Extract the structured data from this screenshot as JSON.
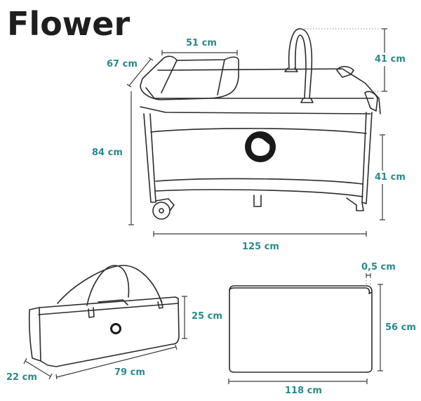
{
  "title": "Flower",
  "colors": {
    "title": "#1e1e1e",
    "dimension_text": "#2a8a8c",
    "line_art": "#2b2b2b",
    "logo": "#1a1a1a"
  },
  "crib": {
    "changing_table_width": "51 cm",
    "changing_table_depth": "67 cm",
    "arch_height": "41 cm",
    "total_height": "84 cm",
    "crib_side_height": "41 cm",
    "total_length": "125 cm"
  },
  "bag": {
    "height": "25 cm",
    "length": "79 cm",
    "depth": "22 cm"
  },
  "mattress": {
    "thickness": "0,5 cm",
    "width": "56 cm",
    "length": "118 cm"
  }
}
